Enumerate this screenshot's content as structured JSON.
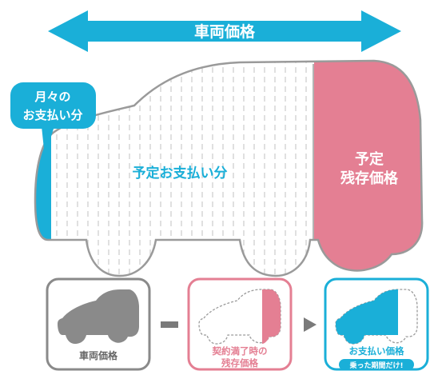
{
  "colors": {
    "cyan": "#1AAFD8",
    "pink": "#E47F93",
    "gray_car": "#8A8A8A",
    "outline": "#999999",
    "dash": "#C8C8C8",
    "text_gray": "#666666"
  },
  "top_arrow": {
    "label": "車両価格"
  },
  "bubble": {
    "line1": "月々の",
    "line2": "お支払い分"
  },
  "car": {
    "center_label": "予定お支払い分",
    "residual_line1": "予定",
    "residual_line2": "残存価格"
  },
  "steps": [
    {
      "line1": "車両価格",
      "line2": ""
    },
    {
      "line1": "契約満了時の",
      "line2": "残存価格"
    },
    {
      "line1": "お支払い価格",
      "tag": "乗った期間だけ!"
    }
  ],
  "operators": {
    "minus": "minus-sign",
    "arrow": "triangle-arrow-icon"
  }
}
